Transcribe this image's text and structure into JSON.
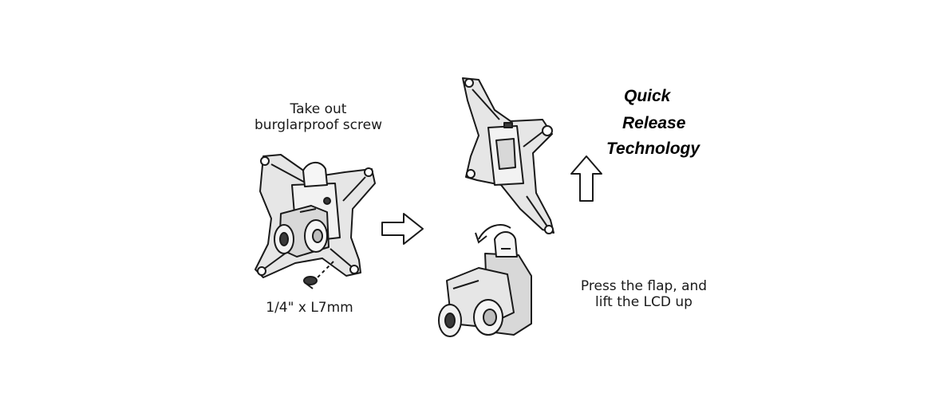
{
  "labels": {
    "step1_line1": "Take out",
    "step1_line2": "burglarproof screw",
    "screw_spec": "1/4\" x L7mm",
    "step2_line1": "Press the flap, and",
    "step2_line2": "lift the LCD up"
  },
  "brand": {
    "line1": "Quick",
    "line2": "Release",
    "line3": "Technology"
  },
  "colors": {
    "ink": "#1a1a1a",
    "part_fill": "#e6e6e6",
    "dark_fill": "#3a3a3a"
  },
  "icons": [
    "right-arrow-icon",
    "up-arrow-icon",
    "rotate-arrow-icon",
    "screw-icon"
  ]
}
